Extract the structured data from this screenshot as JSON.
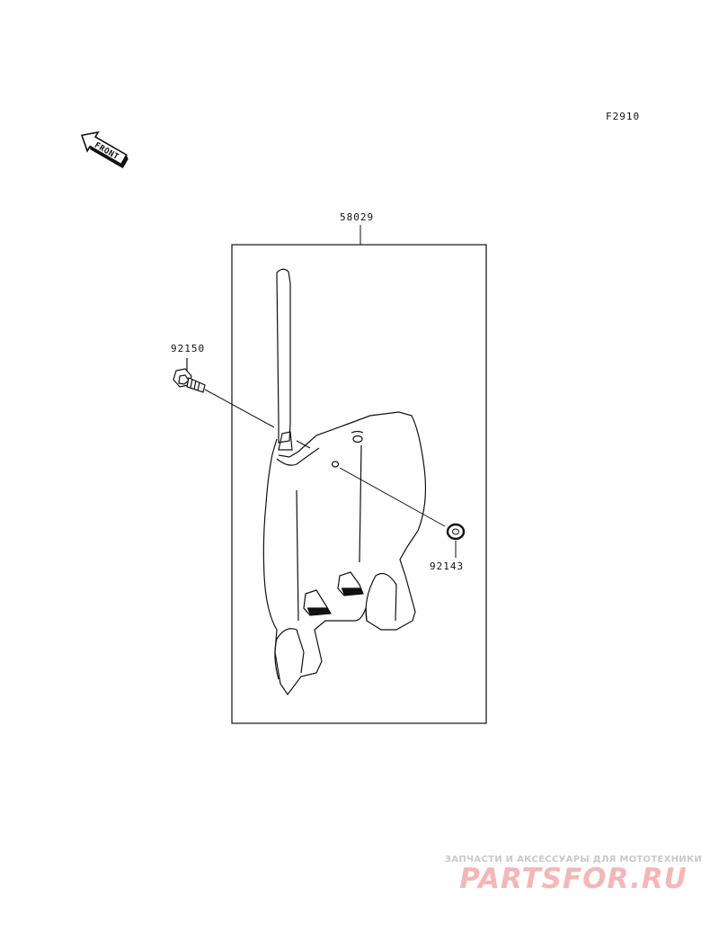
{
  "figure_code": "F2910",
  "front_arrow_label": "FRONT",
  "parts": {
    "assembly": "58029",
    "bolt": "92150",
    "grommet": "92143"
  },
  "watermark": {
    "tagline": "ЗАПЧАСТИ И АКСЕССУАРЫ ДЛЯ МОТОТЕХНИКИ",
    "brand": "PARTSFOR.RU"
  }
}
